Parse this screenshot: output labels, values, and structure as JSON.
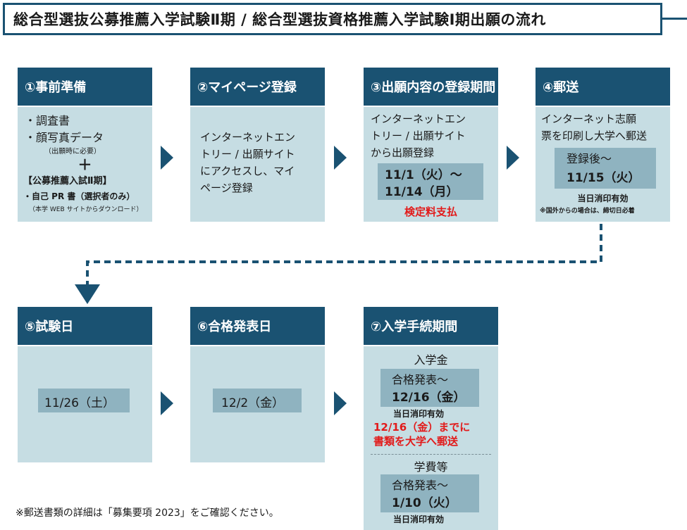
{
  "title": "総合型選抜公募推薦入学試験Ⅱ期 / 総合型選抜資格推薦入学試験Ⅰ期出願の流れ",
  "colors": {
    "header": "#1a5272",
    "box": "#c6dde3",
    "highlight": "#8fb3c0",
    "red": "#e21a1a"
  },
  "steps": [
    {
      "header": "①事前準備",
      "item1": "・調査書",
      "item2": "・顔写真データ",
      "note1": "（出願時に必要）",
      "plus": "＋",
      "section": "【公募推薦入試Ⅱ期】",
      "item3": "・自己 PR 書（選択者のみ）",
      "note2": "（本学 WEB サイトからダウンロード）"
    },
    {
      "header": "②マイページ登録",
      "text1": "インターネットエン",
      "text2": "トリー / 出願サイト",
      "text3": "にアクセスし、マイ",
      "text4": "ページ登録"
    },
    {
      "header": "③出願内容の登録期間",
      "text1": "インターネットエン",
      "text2": "トリー / 出願サイト",
      "text3": "から出願登録",
      "period1": "11/1（火）～",
      "period2": "11/14（月）",
      "fee": "検定料支払"
    },
    {
      "header": "④郵送",
      "text1": "インターネット志願",
      "text2": "票を印刷し大学へ郵送",
      "period1": "登録後～",
      "period2": "11/15（火）",
      "postmark": "当日消印有効",
      "note": "※国外からの場合は、締切日必着"
    },
    {
      "header": "⑤試験日",
      "date": "11/26（土）"
    },
    {
      "header": "⑥合格発表日",
      "date": "12/2（金）"
    },
    {
      "header": "⑦入学手続期間",
      "fee1_title": "入学金",
      "fee1_period1": "合格発表～",
      "fee1_period2": "12/16（金）",
      "fee1_postmark": "当日消印有効",
      "docs_line1": "12/16（金）までに",
      "docs_line2": "書類を大学へ郵送",
      "fee2_title": "学費等",
      "fee2_period1": "合格発表～",
      "fee2_period2": "1/10（火）",
      "fee2_postmark": "当日消印有効"
    }
  ],
  "footnote": "※郵送書類の詳細は「募集要項 2023」をご確認ください。"
}
